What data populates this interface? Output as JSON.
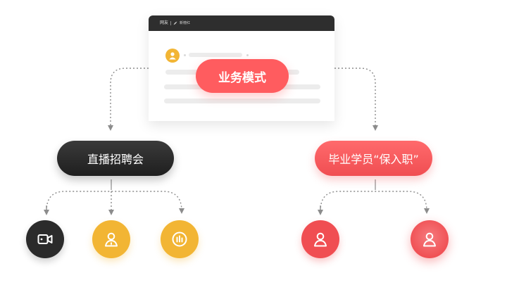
{
  "browser": {
    "logo_text": "网友",
    "brand_text": "新榜红"
  },
  "diagram": {
    "root": "业务模式",
    "branches": [
      {
        "label": "直播招聘会",
        "color": "#2b2b2b",
        "children": [
          {
            "icon": "video-camera-icon",
            "color": "#2b2b2b"
          },
          {
            "icon": "user-icon",
            "color": "#f2b534"
          },
          {
            "icon": "bar-chart-icon",
            "color": "#f2b534"
          }
        ]
      },
      {
        "label": "毕业学员“保入职”",
        "color": "#f04e52",
        "children": [
          {
            "icon": "user-icon",
            "color": "#f04e52"
          },
          {
            "icon": "user-icon",
            "color": "#f04e52"
          }
        ]
      }
    ]
  }
}
